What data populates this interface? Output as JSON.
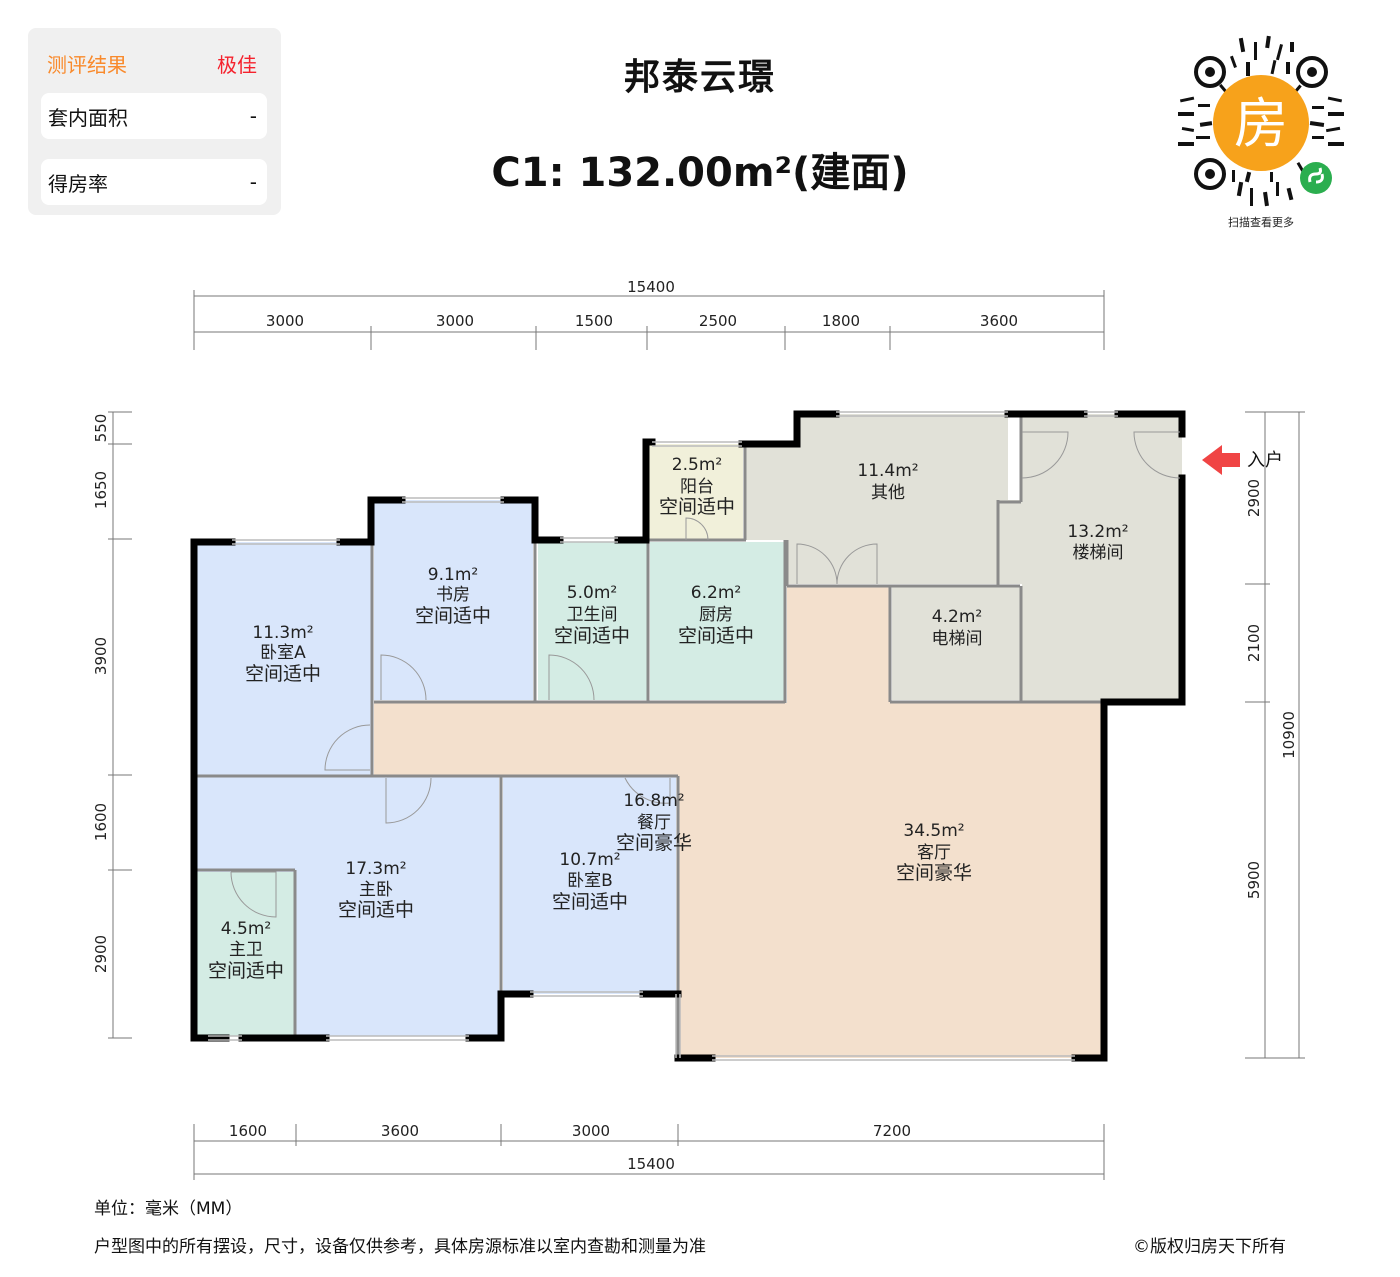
{
  "evaluation": {
    "title": "测评结果",
    "grade": "极佳",
    "rows": [
      {
        "label": "套内面积",
        "value": "-"
      },
      {
        "label": "得房率",
        "value": "-"
      }
    ]
  },
  "header": {
    "project_name": "邦泰云璟",
    "unit_area": "C1: 132.00m²(建面)"
  },
  "qr": {
    "center_glyph": "房",
    "caption": "扫描查看更多",
    "colors": {
      "center": "#f7a21b",
      "badge": "#2bae4f"
    }
  },
  "entrance": {
    "label": "入户",
    "arrow_color": "#f04444"
  },
  "colors": {
    "bedroom": "#d9e6fb",
    "wet": "#d4ece4",
    "balcony": "#f1f0da",
    "public": "#e1e1d8",
    "living": "#f3e0cd",
    "wall": "#000000"
  },
  "rooms": [
    {
      "id": "bedroom-a",
      "area": "11.3m²",
      "name": "卧室A",
      "rating": "空间适中"
    },
    {
      "id": "study",
      "area": "9.1m²",
      "name": "书房",
      "rating": "空间适中"
    },
    {
      "id": "bathroom",
      "area": "5.0m²",
      "name": "卫生间",
      "rating": "空间适中"
    },
    {
      "id": "kitchen",
      "area": "6.2m²",
      "name": "厨房",
      "rating": "空间适中"
    },
    {
      "id": "balcony",
      "area": "2.5m²",
      "name": "阳台",
      "rating": "空间适中"
    },
    {
      "id": "other",
      "area": "11.4m²",
      "name": "其他",
      "rating": ""
    },
    {
      "id": "stairwell",
      "area": "13.2m²",
      "name": "楼梯间",
      "rating": ""
    },
    {
      "id": "elevator",
      "area": "4.2m²",
      "name": "电梯间",
      "rating": ""
    },
    {
      "id": "master-bedroom",
      "area": "17.3m²",
      "name": "主卧",
      "rating": "空间适中"
    },
    {
      "id": "master-bath",
      "area": "4.5m²",
      "name": "主卫",
      "rating": "空间适中"
    },
    {
      "id": "bedroom-b",
      "area": "10.7m²",
      "name": "卧室B",
      "rating": "空间适中"
    },
    {
      "id": "dining",
      "area": "16.8m²",
      "name": "餐厅",
      "rating": "空间豪华"
    },
    {
      "id": "living",
      "area": "34.5m²",
      "name": "客厅",
      "rating": "空间豪华"
    }
  ],
  "dimensions": {
    "top_total": "15400",
    "top": [
      "3000",
      "3000",
      "1500",
      "2500",
      "1800",
      "3600"
    ],
    "bottom": [
      "1600",
      "3600",
      "3000",
      "7200"
    ],
    "bottom_total": "15400",
    "left": [
      "550",
      "1650",
      "3900",
      "1600",
      "2900"
    ],
    "right": [
      "2900",
      "2100",
      "5900"
    ],
    "right_total": "10900"
  },
  "footer": {
    "unit": "单位：毫米（MM）",
    "disclaimer": "户型图中的所有摆设，尺寸，设备仅供参考，具体房源标准以室内查勘和测量为准",
    "copyright": "©版权归房天下所有"
  }
}
